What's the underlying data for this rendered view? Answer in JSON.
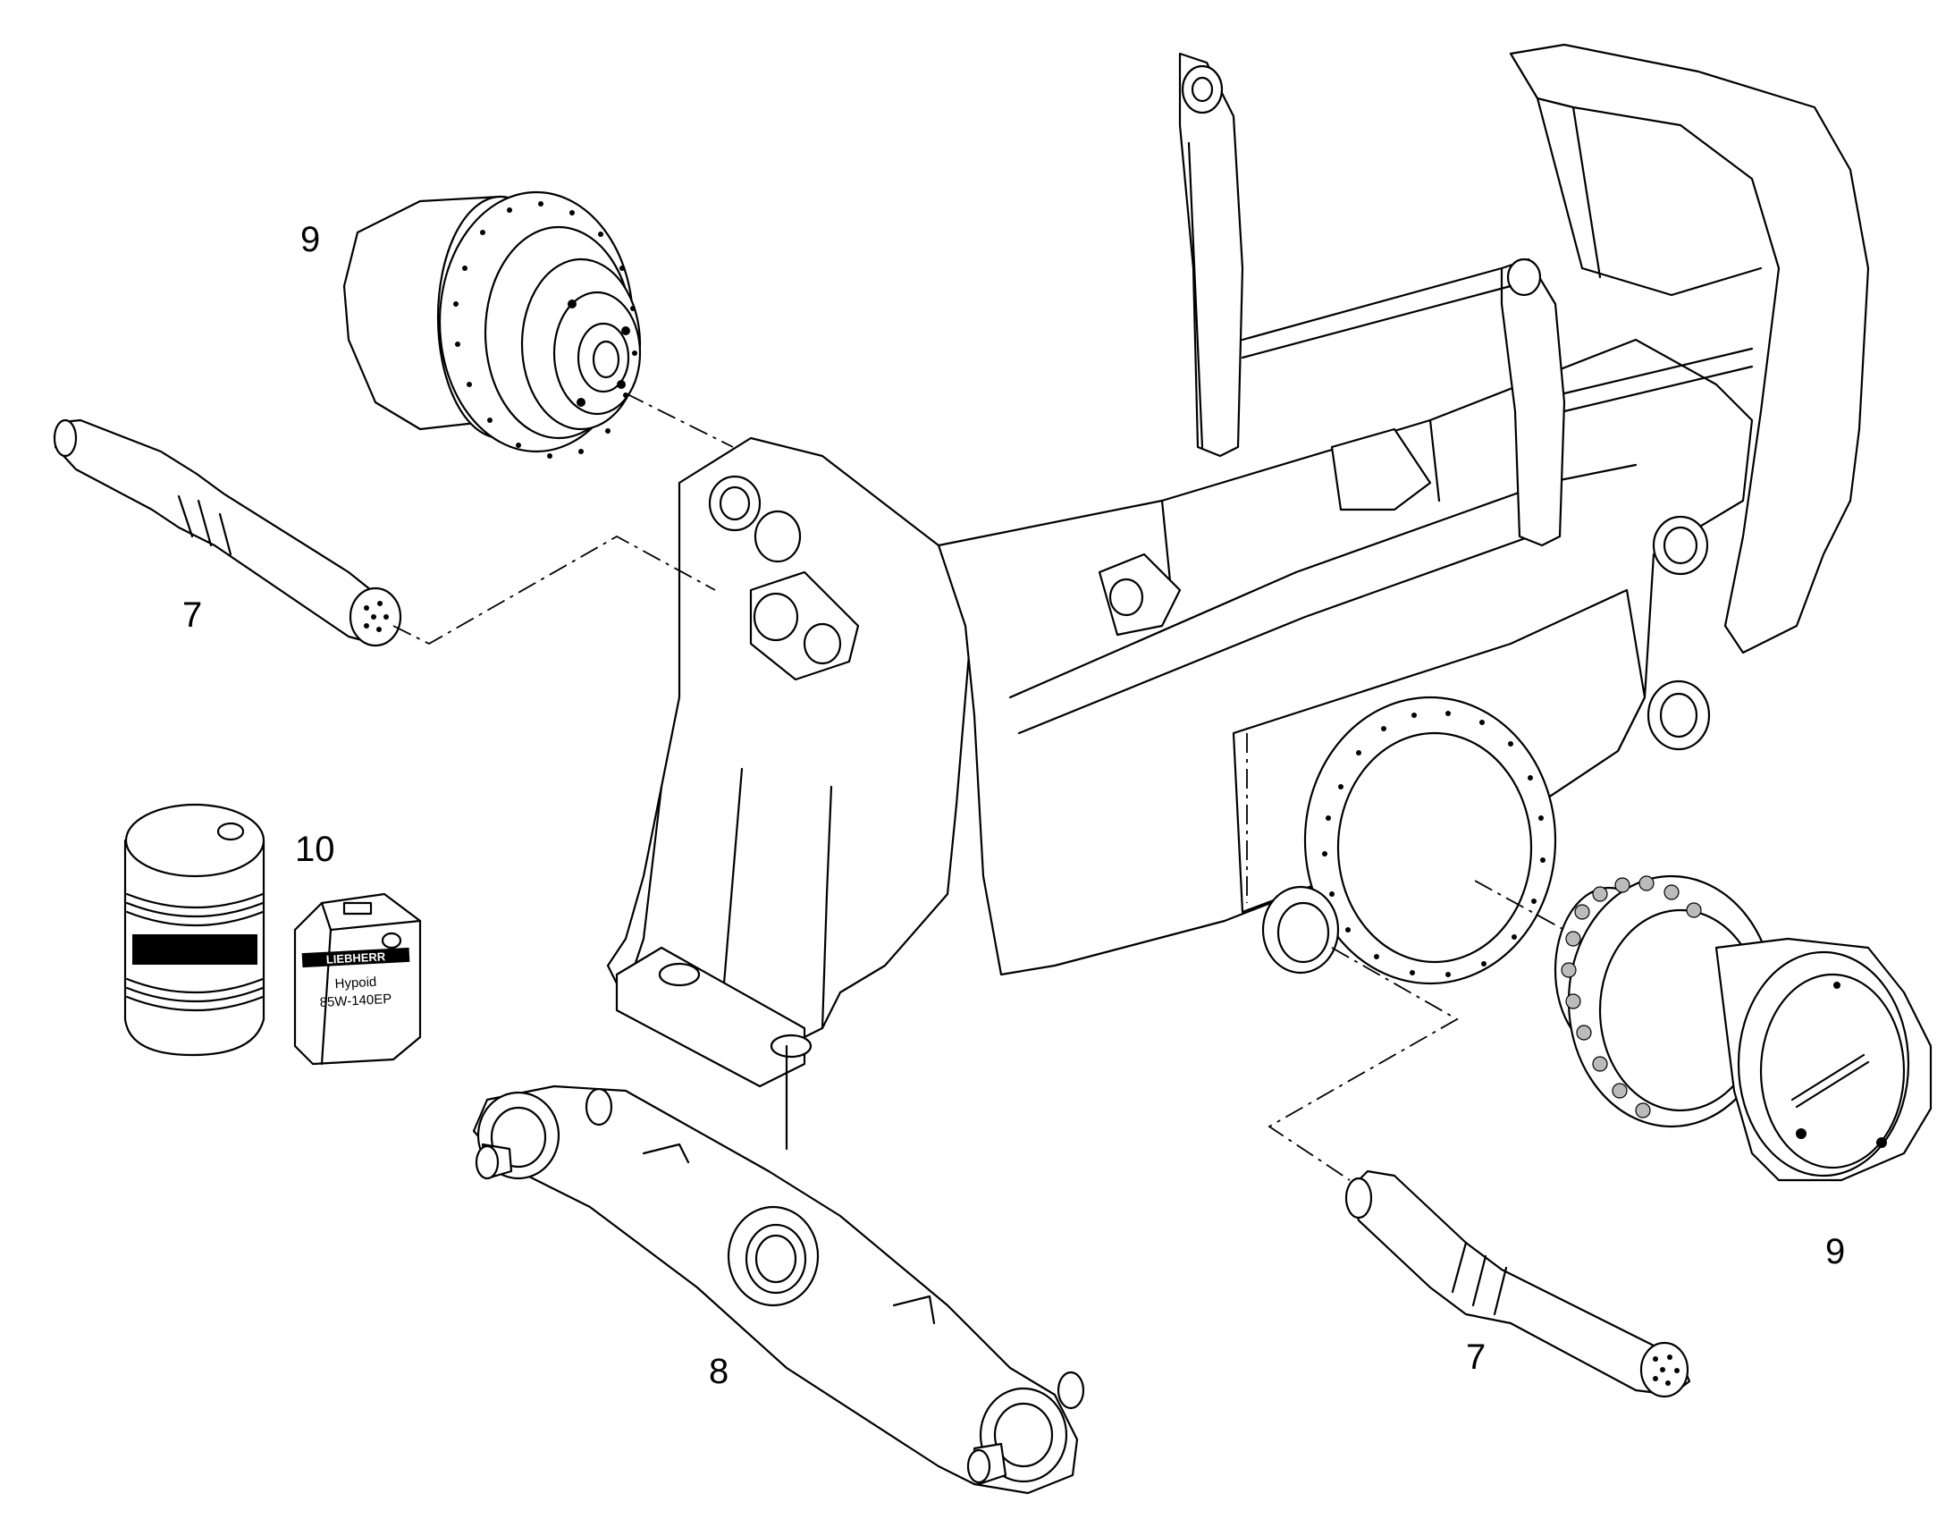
{
  "callouts": {
    "hub_top_number": "9",
    "shaft_top_number": "7",
    "oil_number": "10",
    "axle_beam_number": "8",
    "shaft_bottom_number": "7",
    "hub_right_number": "9"
  },
  "canister_label": {
    "brand": "LIEBHERR",
    "line1": "Hypoid",
    "line2": "85W-140EP"
  }
}
